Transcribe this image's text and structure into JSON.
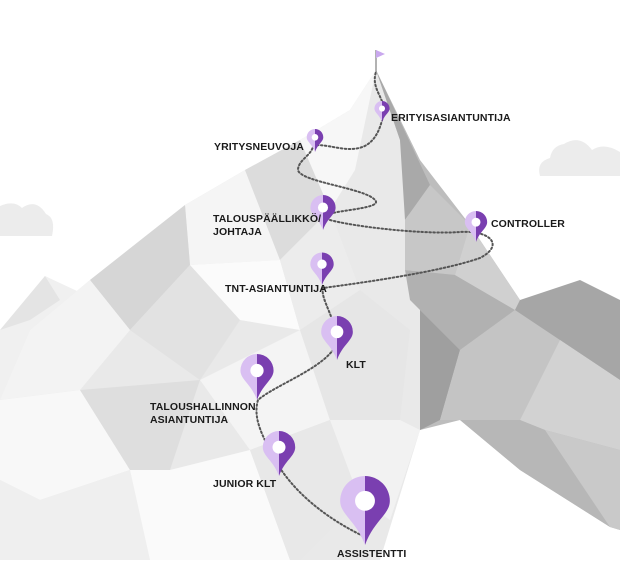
{
  "colors": {
    "pin_light": "#d9bff2",
    "pin_dark": "#7a3fb0",
    "path": "#555555",
    "flag": "#c9a8ee",
    "label": "#1a1a1a"
  },
  "milestones": [
    {
      "id": "erityisasiantuntija",
      "lines": [
        "ERITYISASIANTUNTIJA"
      ]
    },
    {
      "id": "yritysneuvoja",
      "lines": [
        "YRITYSNEUVOJA"
      ]
    },
    {
      "id": "controller",
      "lines": [
        "CONTROLLER"
      ]
    },
    {
      "id": "talouspaallikko",
      "lines": [
        "TALOUSPÄÄLLIKKÖ/",
        "JOHTAJA"
      ]
    },
    {
      "id": "tnt-asiantuntija",
      "lines": [
        "TNT-ASIANTUNTIJA"
      ]
    },
    {
      "id": "klt",
      "lines": [
        "KLT"
      ]
    },
    {
      "id": "taloushallinnon",
      "lines": [
        "TALOUSHALLINNON",
        "ASIANTUNTIJA"
      ]
    },
    {
      "id": "junior-klt",
      "lines": [
        "JUNIOR KLT"
      ]
    },
    {
      "id": "assistentti",
      "lines": [
        "ASSISTENTTI"
      ]
    }
  ]
}
